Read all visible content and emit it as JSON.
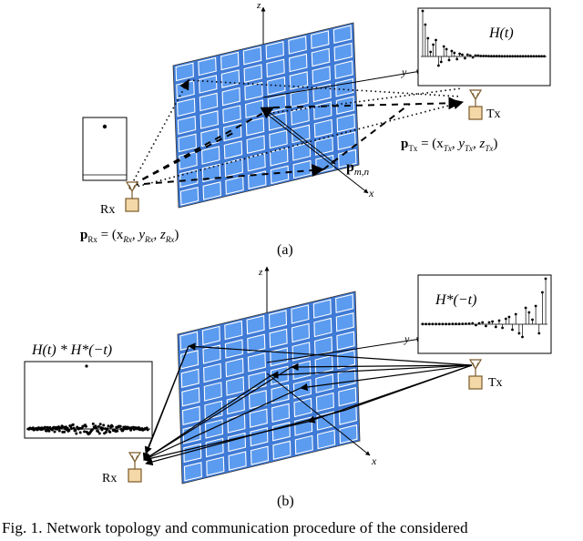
{
  "panel_a": {
    "label": "(a)",
    "axis_z": "z",
    "axis_y": "y",
    "axis_x": "x",
    "plot_label": "H(t)",
    "tx_label": "Tx",
    "rx_label": "Rx",
    "p_tx": "p",
    "p_tx_sub": "Tx",
    "p_tx_rhs": " = (x",
    "p_tx_x_sub": "Tx",
    "p_tx_y": ", y",
    "p_tx_y_sub": "Tx",
    "p_tx_z": ", z",
    "p_tx_z_sub": "Tx",
    "p_tx_close": ")",
    "p_rx": "p",
    "p_rx_sub": "Rx",
    "p_rx_rhs": " = (x",
    "p_rx_x_sub": "Rx",
    "p_rx_y": ", y",
    "p_rx_y_sub": "Rx",
    "p_rx_z": ", z",
    "p_rx_z_sub": "Rx",
    "p_rx_close": ")",
    "element_label": "p",
    "element_sub": "m,n"
  },
  "panel_b": {
    "label": "(b)",
    "axis_z": "z",
    "axis_y": "y",
    "axis_x": "x",
    "plot_tx_label": "H*(−t)",
    "plot_rx_label": "H(t) * H*(−t)",
    "tx_label": "Tx",
    "rx_label": "Rx"
  },
  "caption": "Fig. 1.  Network topology and communication procedure of the considered",
  "colors": {
    "tile_fill": "#5b9bf0",
    "tile_stroke": "#ffffff",
    "panel_back": "#3f7ad6",
    "antenna_box": "#f5d8a8",
    "antenna_stroke": "#7a5a2a"
  }
}
